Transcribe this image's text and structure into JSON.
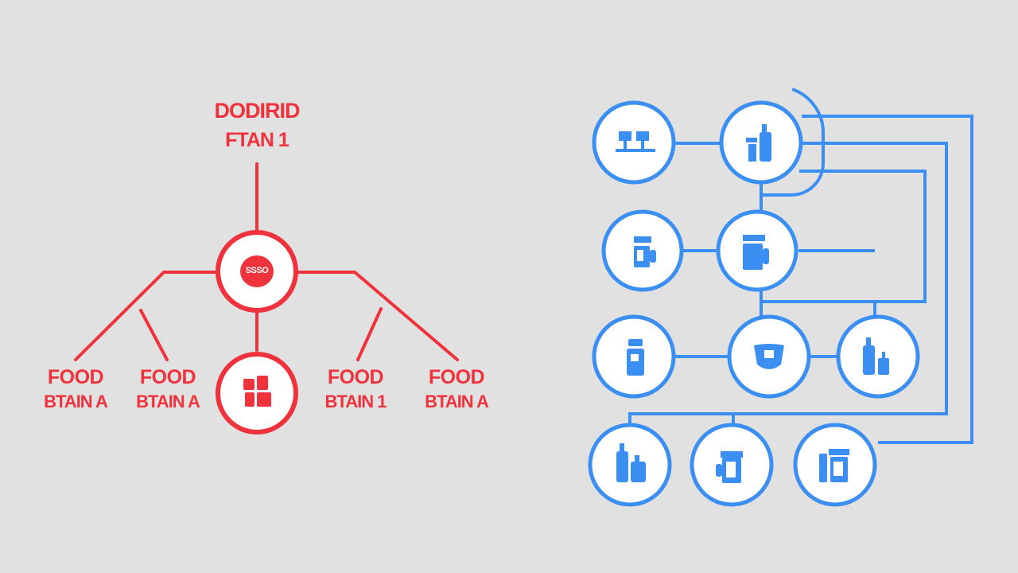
{
  "colors": {
    "background": "#e1e1e1",
    "red": "#f0323c",
    "blue": "#3b8ff2"
  },
  "left_tree": {
    "title_line1": "DODIRID",
    "title_line2": "FTAN 1",
    "center_node_label": "SSSO",
    "bottom_node_icon": "food-items-icon",
    "leaves": [
      {
        "line1": "FOOD",
        "line2": "BTAIN A"
      },
      {
        "line1": "FOOD",
        "line2": "BTAIN A"
      },
      {
        "line1": "FOOD",
        "line2": "BTAIN 1"
      },
      {
        "line1": "FOOD",
        "line2": "BTAIN A"
      }
    ]
  },
  "right_network": {
    "nodes": [
      {
        "icon": "table-icon"
      },
      {
        "icon": "bottle-glass-icon"
      },
      {
        "icon": "mug-icon"
      },
      {
        "icon": "beer-glass-icon"
      },
      {
        "icon": "shaker-icon"
      },
      {
        "icon": "shield-icon"
      },
      {
        "icon": "bottles-icon"
      },
      {
        "icon": "bottles-icon"
      },
      {
        "icon": "pitcher-icon"
      },
      {
        "icon": "jar-icon"
      }
    ]
  }
}
